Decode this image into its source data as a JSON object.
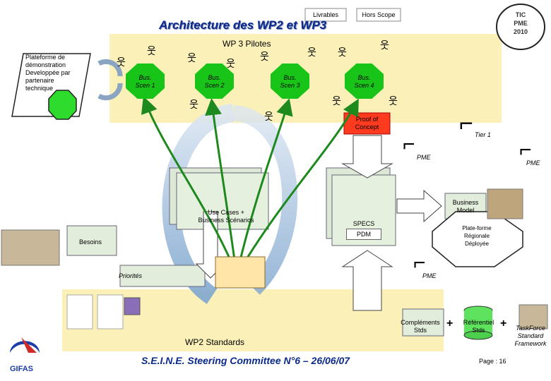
{
  "header": {
    "livrables": "Livrables",
    "hors_scope": "Hors Scope",
    "title": "Architecture des WP2 et WP3",
    "logo_text": [
      "TIC",
      "PME",
      "2010"
    ]
  },
  "wp3": {
    "label": "WP 3 Pilotes",
    "plateforme_lines": [
      "Plateforme de",
      "démonstration",
      "Developpée par",
      "partenaire",
      "technique"
    ],
    "bus_scen": [
      {
        "lines": [
          "Bus.",
          "Scen 1"
        ]
      },
      {
        "lines": [
          "Bus.",
          "Scen 2"
        ]
      },
      {
        "lines": [
          "Bus.",
          "Scen 3"
        ]
      },
      {
        "lines": [
          "Bus.",
          "Scen 4"
        ]
      }
    ],
    "proof_lines": [
      "Proof of",
      "Concept"
    ],
    "tier1": "Tier 1",
    "pme_left": "PME",
    "pme_right": "PME"
  },
  "middle": {
    "use_cases_lines": [
      "Use Cases +",
      "Business Scénarios"
    ],
    "specs_lines": [
      "SPECS",
      "PDM"
    ],
    "besoins": "Besoins",
    "priorites": "Priorités",
    "business_model_lines": [
      "Business",
      "Model"
    ],
    "plateforme_regionale_lines": [
      "Plate-forme",
      "Régionale",
      "Déployée"
    ],
    "pme_bottom": "PME"
  },
  "wp2": {
    "label": "WP2 Standards",
    "complements_lines": [
      "Compléments",
      "Stds"
    ],
    "referentiel_lines": [
      "Référentiel",
      "Stds"
    ],
    "taskforce_lines": [
      "TaskForce",
      "Standard",
      "Framework"
    ],
    "plus": "+"
  },
  "footer": {
    "committee": "S.E.I.N.E. Steering Committee N°6 – 26/06/07",
    "page": "Page : 16",
    "gifas": "GIFAS"
  },
  "colors": {
    "title_blue": "#0b2a8a",
    "band_yellow": "#fbf1b8",
    "green": "#19c419",
    "proof_red": "#ff3b1f"
  }
}
